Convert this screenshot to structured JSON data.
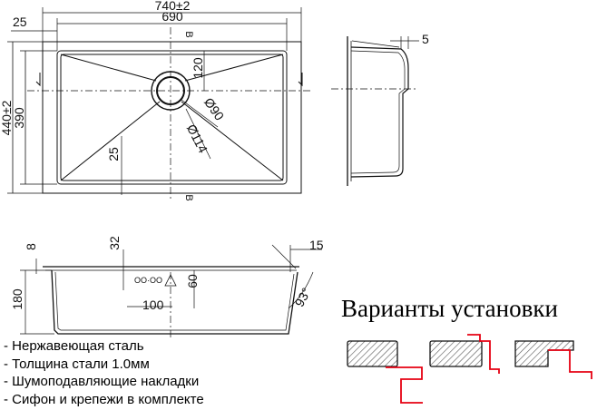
{
  "dimensions": {
    "overall_width": "740±2",
    "bowl_width": "690",
    "flange": "25",
    "overall_depth": "440±2",
    "bowl_depth": "390",
    "drain_offset": "120",
    "drain_inner_dia": "Ø90",
    "drain_outer_dia": "Ø114",
    "corner_radius": "25",
    "section_mark": "B",
    "side_flange": "5",
    "rim_8": "8",
    "rim_32": "32",
    "rim_15": "15",
    "height": "180",
    "overflow_height": "60",
    "drain_to_wall": "100",
    "wall_angle": "93°"
  },
  "installation_title": "Варианты установки",
  "notes": [
    "- Нержавеющая сталь",
    "- Толщина стали 1.0мм",
    "- Шумоподавляющие накладки",
    "- Сифон и крепежи в комплекте"
  ],
  "colors": {
    "line": "#111111",
    "accent": "#e60012",
    "hatch": "#555555"
  }
}
